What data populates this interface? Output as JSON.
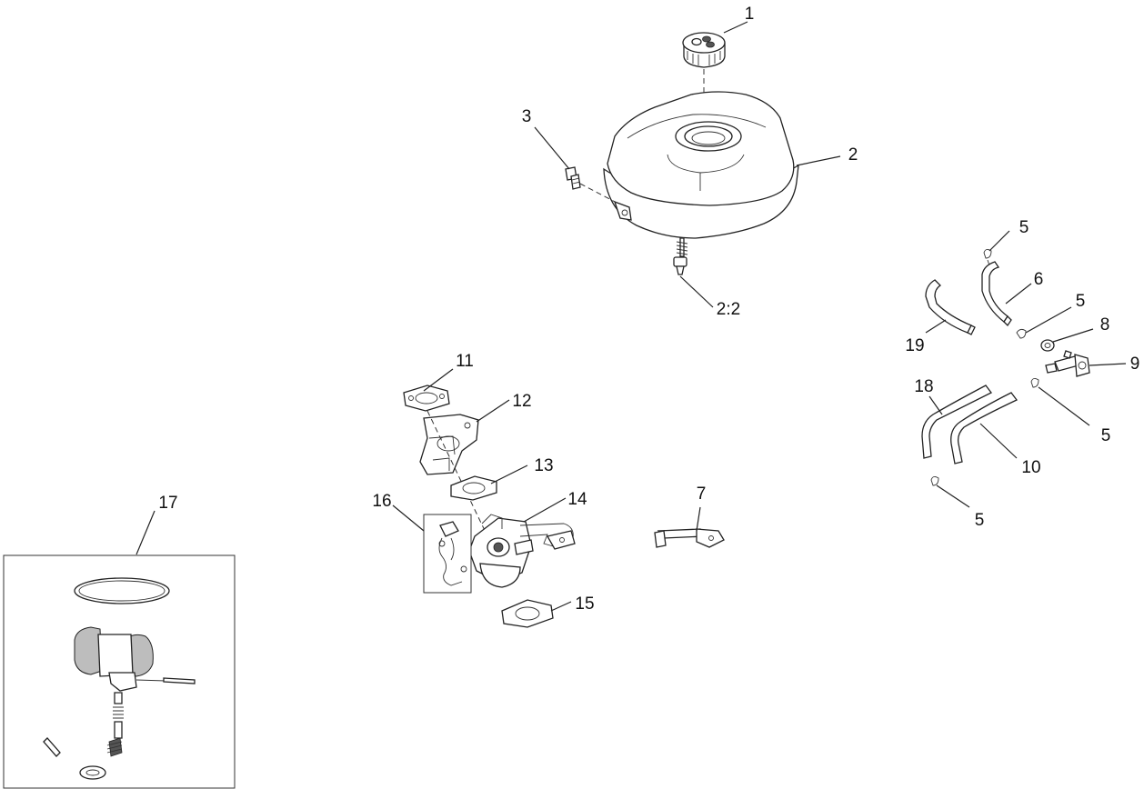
{
  "callouts": {
    "c1": "1",
    "c2": "2",
    "c2_2": "2:2",
    "c3": "3",
    "c5a": "5",
    "c5b": "5",
    "c5c": "5",
    "c5d": "5",
    "c6": "6",
    "c7": "7",
    "c8": "8",
    "c9": "9",
    "c10": "10",
    "c11": "11",
    "c12": "12",
    "c13": "13",
    "c14": "14",
    "c15": "15",
    "c16": "16",
    "c17": "17",
    "c18": "18",
    "c19": "19"
  },
  "parts": [
    {
      "id": "fuel-cap",
      "icon": "fuel-cap-icon"
    },
    {
      "id": "fuel-tank",
      "icon": "fuel-tank-icon"
    },
    {
      "id": "bolt",
      "icon": "bolt-icon"
    },
    {
      "id": "hose-clamp",
      "icon": "clamp-icon"
    },
    {
      "id": "fuel-line",
      "icon": "hose-icon"
    },
    {
      "id": "choke-rod",
      "icon": "rod-icon"
    },
    {
      "id": "nut",
      "icon": "nut-icon"
    },
    {
      "id": "fuel-valve",
      "icon": "valve-icon"
    },
    {
      "id": "carburetor",
      "icon": "carburetor-icon"
    },
    {
      "id": "gasket",
      "icon": "gasket-icon"
    },
    {
      "id": "repair-kit",
      "icon": "kit-icon"
    }
  ]
}
